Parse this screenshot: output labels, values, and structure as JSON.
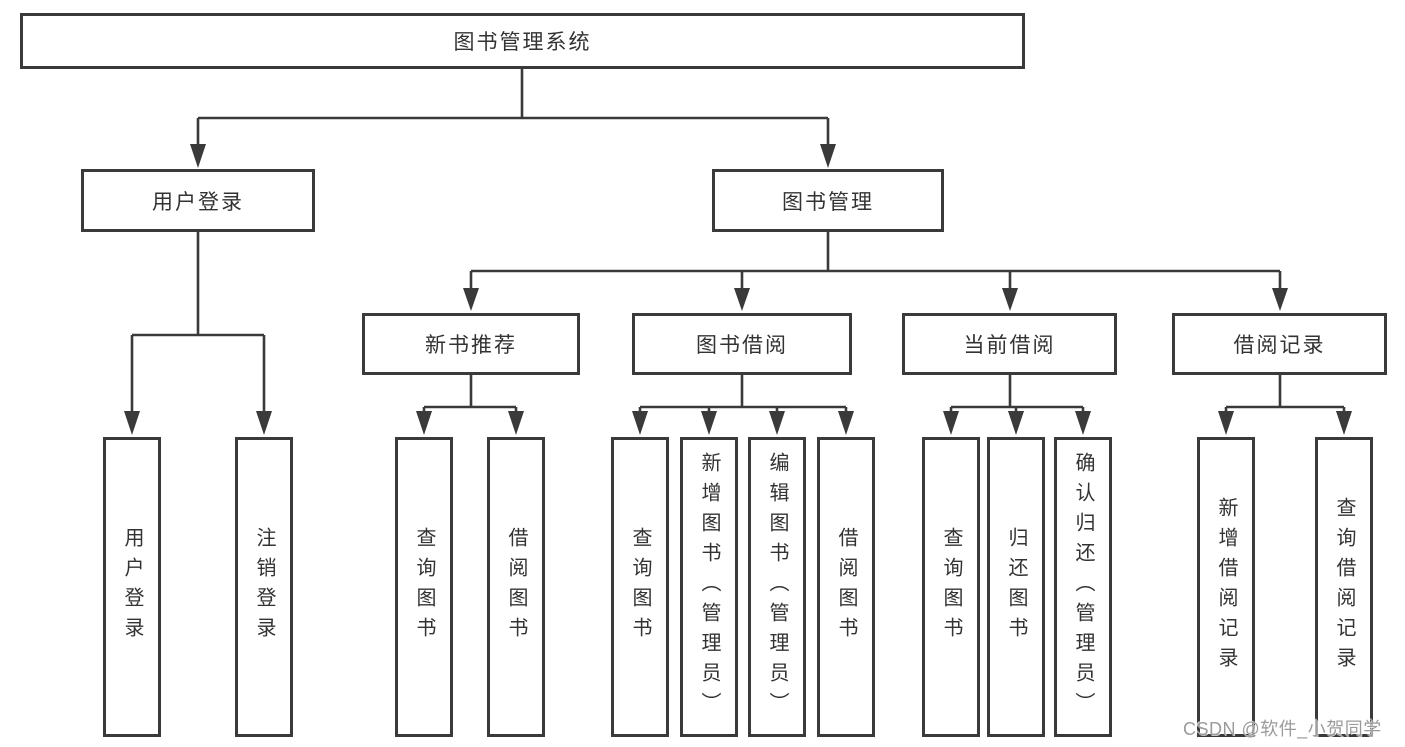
{
  "colors": {
    "line": "#3a3a3a",
    "text": "#333333",
    "box_border": "#3a3a3a",
    "background": "#ffffff",
    "watermark": "#9b9b9b"
  },
  "watermark": {
    "text": "CSDN @软件_小贺同学"
  },
  "tree": {
    "root": {
      "label": "图书管理系统",
      "children": [
        {
          "label": "用户登录",
          "children": [
            {
              "label": "用户登录"
            },
            {
              "label": "注销登录"
            }
          ]
        },
        {
          "label": "图书管理",
          "children": [
            {
              "label": "新书推荐",
              "children": [
                {
                  "label": "查询图书"
                },
                {
                  "label": "借阅图书"
                }
              ]
            },
            {
              "label": "图书借阅",
              "children": [
                {
                  "label": "查询图书"
                },
                {
                  "label": "新增图书（管理员）"
                },
                {
                  "label": "编辑图书（管理员）"
                },
                {
                  "label": "借阅图书"
                }
              ]
            },
            {
              "label": "当前借阅",
              "children": [
                {
                  "label": "查询图书"
                },
                {
                  "label": "归还图书"
                },
                {
                  "label": "确认归还（管理员）"
                }
              ]
            },
            {
              "label": "借阅记录",
              "children": [
                {
                  "label": "新增借阅记录"
                },
                {
                  "label": "查询借阅记录"
                }
              ]
            }
          ]
        }
      ]
    }
  }
}
